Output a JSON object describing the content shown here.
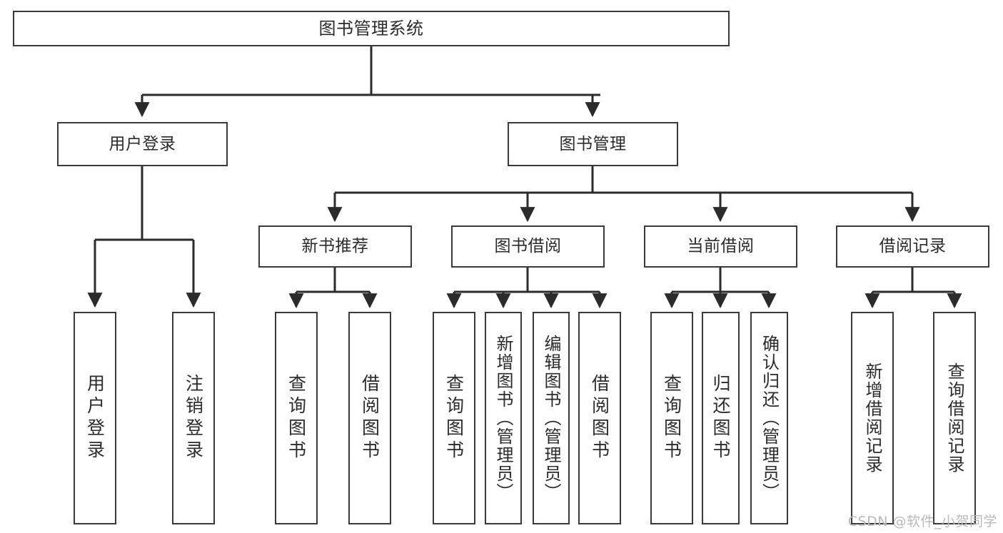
{
  "diagram": {
    "title": "图书管理系统",
    "type": "tree",
    "watermark": "CSDN @软件_小贺同学",
    "colors": {
      "background": "#ffffff",
      "border": "#3a3a3a",
      "connector": "#2b2b2b",
      "text": "#2b2b2b",
      "watermark": "#b9b9b9"
    },
    "nodes": {
      "root": {
        "label": "图书管理系统"
      },
      "level1": [
        {
          "label": "用户登录"
        },
        {
          "label": "图书管理"
        }
      ],
      "level2": [
        {
          "label": "新书推荐"
        },
        {
          "label": "图书借阅"
        },
        {
          "label": "当前借阅"
        },
        {
          "label": "借阅记录"
        }
      ],
      "leaves": {
        "user_login": [
          {
            "label": "用户登录"
          },
          {
            "label": "注销登录"
          }
        ],
        "new_book": [
          {
            "label": "查询图书"
          },
          {
            "label": "借阅图书"
          }
        ],
        "book_borrow": [
          {
            "label": "查询图书"
          },
          {
            "label": "新增图书（管理员）"
          },
          {
            "label": "编辑图书（管理员）"
          },
          {
            "label": "借阅图书"
          }
        ],
        "current_borrow": [
          {
            "label": "查询图书"
          },
          {
            "label": "归还图书"
          },
          {
            "label": "确认归还（管理员）"
          }
        ],
        "borrow_record": [
          {
            "label": "新增借阅记录"
          },
          {
            "label": "查询借阅记录"
          }
        ]
      }
    }
  }
}
